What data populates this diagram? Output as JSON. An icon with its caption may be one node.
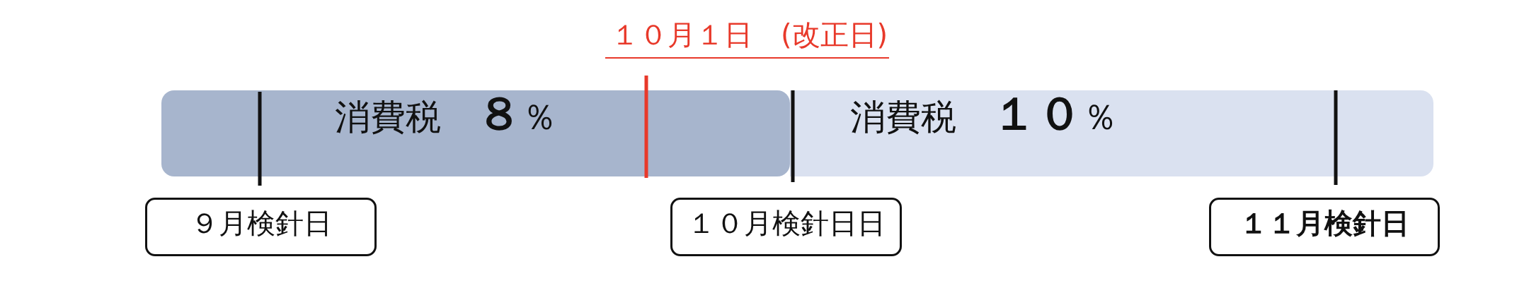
{
  "diagram": {
    "nodes": [
      {
        "text": [
          "消費税　**８**％"
        ]
      },
      {
        "text": [
          "消費税　**１０**％"
        ]
      },
      {
        "text": [
          "９月検針日"
        ]
      },
      {
        "text": [
          "１０月検針日日"
        ]
      },
      {
        "text": [
          "１１月検針日"
        ]
      }
    ],
    "labels": [
      "１０月１日　(改正日)"
    ]
  }
}
